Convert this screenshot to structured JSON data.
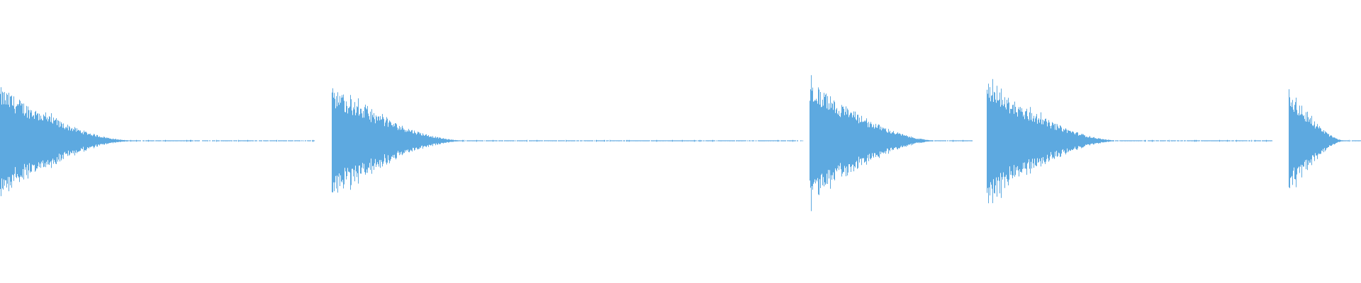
{
  "waveform": {
    "color": "#5DA9E0",
    "duration_fraction_note_free": true,
    "segments": [
      {
        "start": 0.0,
        "end": 0.231,
        "attack": 0.0,
        "peak": 0.34,
        "decay_end": 0.08
      },
      {
        "start": 0.244,
        "end": 0.59,
        "attack": 0.0,
        "peak": 0.34,
        "decay_end": 0.09
      },
      {
        "start": 0.595,
        "end": 0.715,
        "attack": 0.0,
        "peak": 0.38,
        "decay_end": 0.08
      },
      {
        "start": 0.725,
        "end": 0.935,
        "attack": 0.0,
        "peak": 0.37,
        "decay_end": 0.08
      },
      {
        "start": 0.947,
        "end": 1.0,
        "attack": 0.0,
        "peak": 0.34,
        "decay_end": 0.1
      }
    ]
  }
}
